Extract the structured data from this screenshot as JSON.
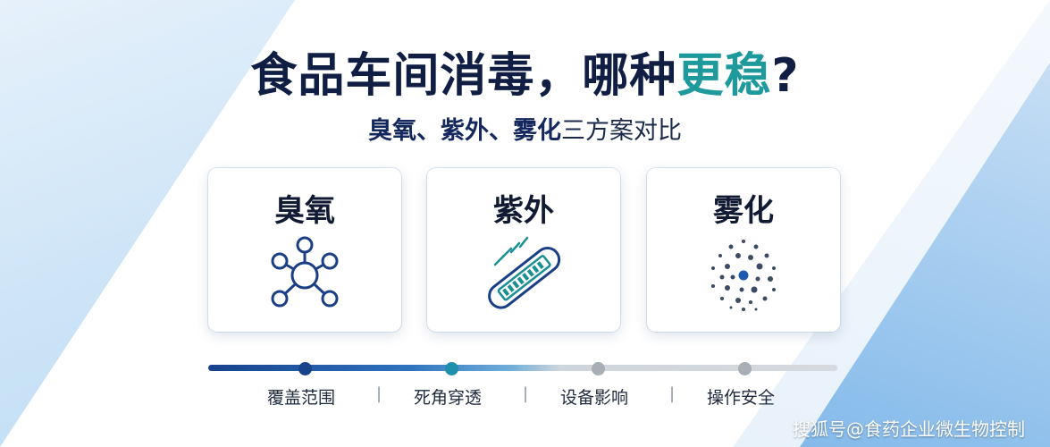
{
  "title": {
    "main": "食品车间消毒，哪种",
    "accent": "更稳",
    "end": "?"
  },
  "subtitle": {
    "bold": "臭氧、紫外、雾化",
    "light": "三方案对比"
  },
  "cards": [
    {
      "label": "臭氧",
      "icon": "molecule-icon"
    },
    {
      "label": "紫外",
      "icon": "uv-lamp-icon"
    },
    {
      "label": "雾化",
      "icon": "mist-dots-icon"
    }
  ],
  "criteria": [
    "覆盖范围",
    "死角穿透",
    "设备影响",
    "操作安全"
  ],
  "separator": "|",
  "watermark": "搜狐号@食药企业微生物控制",
  "colors": {
    "navy": "#101e44",
    "teal": "#1f9a9c",
    "progress_dark": "#17428c",
    "progress_mid": "#1f8fae",
    "progress_grey": "#a8aeb5"
  }
}
